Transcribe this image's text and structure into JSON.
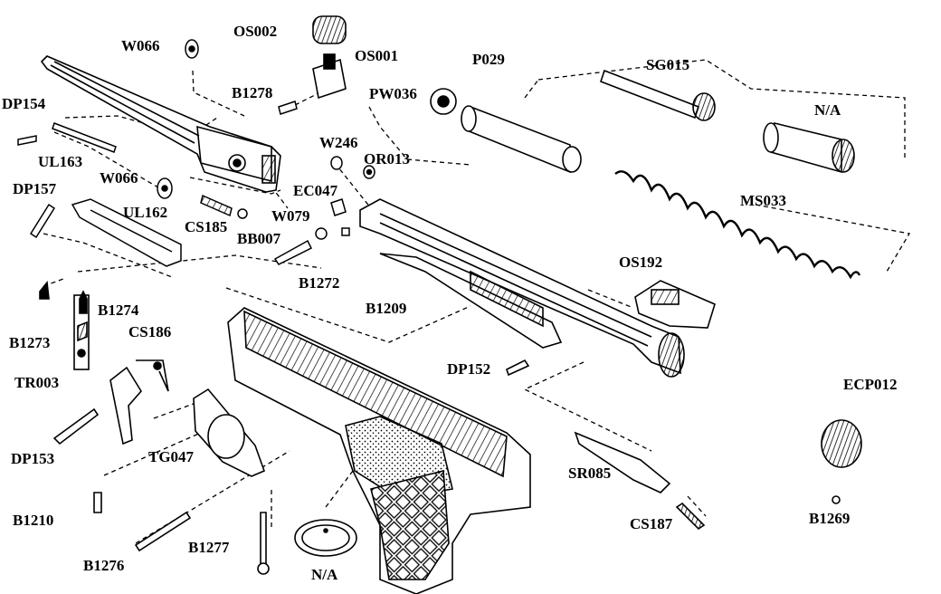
{
  "diagram": {
    "part_labels": {
      "os002": "OS002",
      "w066_top": "W066",
      "os001": "OS001",
      "b1278": "B1278",
      "dp154": "DP154",
      "ul163": "UL163",
      "w066_mid": "W066",
      "dp157": "DP157",
      "ul162": "UL162",
      "cs185": "CS185",
      "bb007": "BB007",
      "w246": "W246",
      "or013": "OR013",
      "ec047": "EC047",
      "w079": "W079",
      "b1272": "B1272",
      "b1209": "B1209",
      "b1274": "B1274",
      "b1273": "B1273",
      "cs186": "CS186",
      "tr003": "TR003",
      "dp153": "DP153",
      "tg047": "TG047",
      "b1210": "B1210",
      "b1276": "B1276",
      "b1277": "B1277",
      "na_bottom": "N/A",
      "p029": "P029",
      "pw036": "PW036",
      "sg015": "SG015",
      "na_top": "N/A",
      "ms033": "MS033",
      "os192": "OS192",
      "dp152": "DP152",
      "sr085": "SR085",
      "cs187": "CS187",
      "ecp012": "ECP012",
      "b1269": "B1269"
    }
  }
}
